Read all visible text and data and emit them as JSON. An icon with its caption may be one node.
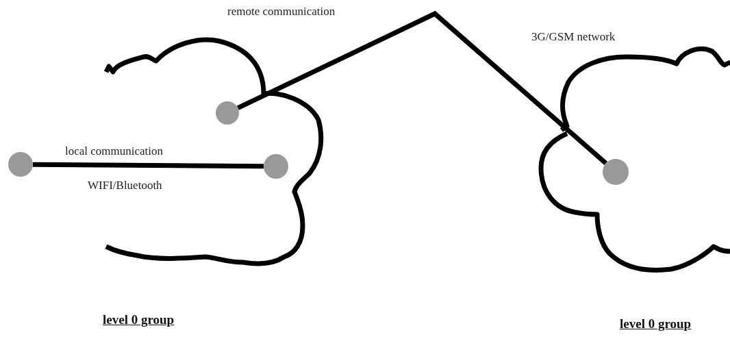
{
  "diagram": {
    "nodes": [
      {
        "text": [],
        "shape": "cloud",
        "beside": [
          "level 0 group"
        ]
      },
      {
        "text": [],
        "shape": "circle",
        "in": 0
      },
      {
        "text": [],
        "shape": "circle"
      },
      {
        "text": [],
        "shape": "circle",
        "in": 0
      },
      {
        "text": [],
        "shape": "cloud",
        "beside": [
          "level 0 group"
        ]
      },
      {
        "text": [],
        "shape": "circle",
        "in": 4
      }
    ],
    "edges": [
      {
        "from": 2,
        "to": 3,
        "arrow": "none",
        "label": "local communication"
      },
      {
        "from": 1,
        "to": 5,
        "arrow": "none",
        "label": "remote communication"
      }
    ],
    "labels": [
      "3G/GSM network",
      "WIFI/Bluetooth"
    ]
  }
}
